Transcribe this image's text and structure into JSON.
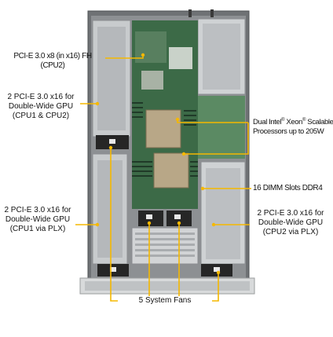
{
  "colors": {
    "callout": "#f5b800",
    "chassis": "#7a7d80",
    "chassis_light": "#c9ccce",
    "pcb": "#3f6f4a",
    "heatsink": "#b9a98a",
    "fan": "#2b2b2b"
  },
  "callouts": {
    "pcie_fh": {
      "lines": [
        "PCI-E 3.0 x8 (in x16) FH",
        "(CPU2)"
      ]
    },
    "gpu_left_top": {
      "lines": [
        "2 PCI-E 3.0 x16 for",
        "Double-Wide GPU",
        "(CPU1 & CPU2)"
      ]
    },
    "gpu_left_bottom": {
      "lines": [
        "2 PCI-E 3.0 x16 for",
        "Double-Wide GPU",
        "(CPU1 via PLX)"
      ]
    },
    "cpu": {
      "line1_pre": "Dual Intel",
      "line1_reg": "®",
      "line1_mid": " Xeon",
      "line1_reg2": "®",
      "line1_post": " Scalable",
      "line2": "Processors up to 205W"
    },
    "dimm": {
      "lines": [
        "16 DIMM Slots DDR4"
      ]
    },
    "gpu_right": {
      "lines": [
        "2 PCI-E 3.0 x16 for",
        "Double-Wide GPU",
        "(CPU2 via PLX)"
      ]
    },
    "fans": {
      "lines": [
        "5 System Fans"
      ]
    }
  }
}
